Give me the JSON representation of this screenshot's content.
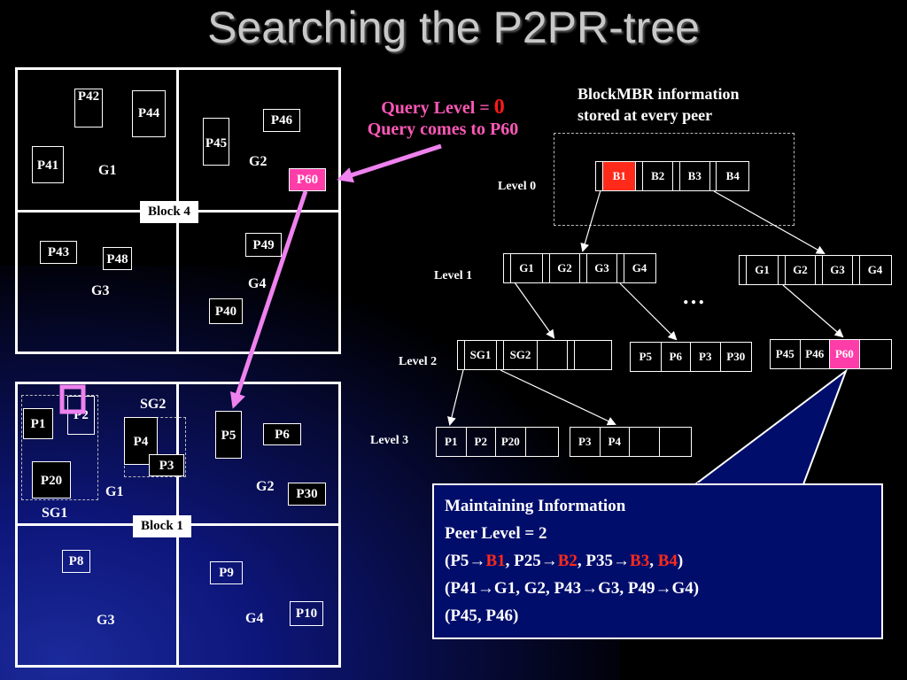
{
  "title": "Searching the P2PR-tree",
  "grid_top": {
    "peers": [
      "P42",
      "P44",
      "P45",
      "P46",
      "P41",
      "G1",
      "G2",
      "P60",
      "P43",
      "P48",
      "P49",
      "G3",
      "G4",
      "P40"
    ],
    "block_label": "Block 4"
  },
  "grid_bottom": {
    "peers": [
      "P1",
      "P2",
      "SG2",
      "P4",
      "P3",
      "P5",
      "P6",
      "P20",
      "G1",
      "G2",
      "P30",
      "SG1",
      "P8",
      "P9",
      "G3",
      "G4",
      "P10"
    ],
    "block_label": "Block 1"
  },
  "query": {
    "line1": "Query Level = ",
    "level": "0",
    "line2": "Query comes to P60"
  },
  "block_mbr": {
    "line1": "BlockMBR information",
    "line2": "stored at every peer"
  },
  "tree": {
    "level0": "Level 0",
    "level1": "Level 1",
    "level2": "Level 2",
    "level3": "Level 3",
    "root": [
      "B1",
      "B2",
      "B3",
      "B4"
    ],
    "l1_left": [
      "G1",
      "G2",
      "G3",
      "G4"
    ],
    "l1_right": [
      "G1",
      "G2",
      "G3",
      "G4"
    ],
    "ellipsis": "…",
    "l2_a": [
      "SG1",
      "SG2",
      "",
      ""
    ],
    "l2_b": [
      "P5",
      "P6",
      "P3",
      "P30"
    ],
    "l2_c": [
      "P45",
      "P46",
      "P60",
      ""
    ],
    "l3_a": [
      "P1",
      "P2",
      "P20",
      ""
    ],
    "l3_b": [
      "P3",
      "P4",
      "",
      ""
    ]
  },
  "maintaining": {
    "title": "Maintaining Information",
    "peer_level": "Peer Level = 2",
    "line3_a": "(P5→",
    "line3_b1": "B1",
    "line3_c": ",  P25→",
    "line3_b2": "B2",
    "line3_d": ", P35→",
    "line3_b3": "B3",
    "line3_e": ", ",
    "line3_b4": "B4",
    "line3_f": ")",
    "line4": "(P41→G1, G2, P43→G3,  P49→G4)",
    "line5": "(P45, P46)"
  },
  "colors": {
    "query_pink": "#ff58b8",
    "highlight_red": "#ff2a1a",
    "p60_pink": "#ff3da8",
    "panel_blue": "#000d6b",
    "arrow_violet": "#ee82ee"
  }
}
